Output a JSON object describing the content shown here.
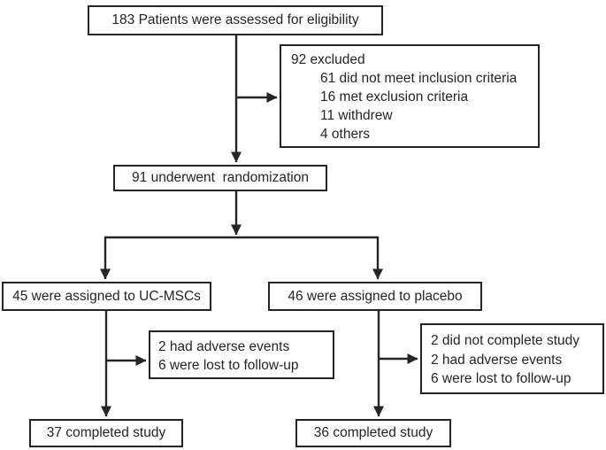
{
  "flowchart": {
    "eligibility": {
      "label": "183 Patients were assessed for eligibility"
    },
    "excluded": {
      "title": "92 excluded",
      "reasons": [
        "61 did not meet inclusion criteria",
        "16 met exclusion criteria",
        "11 withdrew",
        "4 others"
      ]
    },
    "randomization": {
      "label": "91 underwent  randomization"
    },
    "uc_mscs_arm": {
      "label": "45 were assigned to UC-MSCs"
    },
    "placebo_arm": {
      "label": "46 were assigned to placebo"
    },
    "uc_mscs_dropout": {
      "lines": [
        "2 had adverse events",
        "6 were lost to follow-up"
      ]
    },
    "placebo_dropout": {
      "lines": [
        "2 did not complete study",
        "2 had adverse events",
        "6 were lost to follow-up"
      ]
    },
    "uc_mscs_completed": {
      "label": "37 completed study"
    },
    "placebo_completed": {
      "label": "36 completed study"
    }
  },
  "colors": {
    "line": "#262424",
    "text": "#262424",
    "box_fill": "#ffffff",
    "background": "#ffffff"
  }
}
